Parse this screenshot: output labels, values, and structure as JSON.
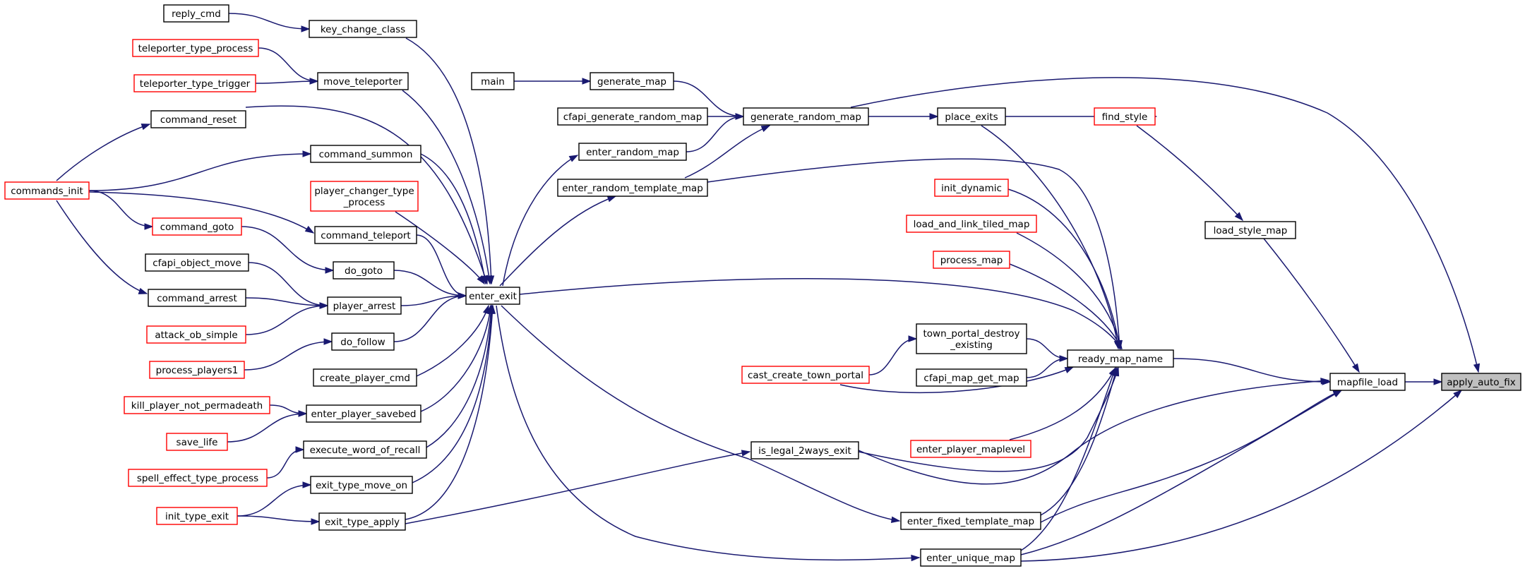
{
  "colors": {
    "edge": "#191970",
    "black_border": "#000000",
    "red_border": "#ff0000",
    "focus_fill": "#bfbfbf"
  },
  "nodes": [
    {
      "id": "reply_cmd",
      "label": "reply_cmd",
      "border": "black"
    },
    {
      "id": "key_change_class",
      "label": "key_change_class",
      "border": "black"
    },
    {
      "id": "teleporter_type_process",
      "label": "teleporter_type_process",
      "border": "red"
    },
    {
      "id": "teleporter_type_trigger",
      "label": "teleporter_type_trigger",
      "border": "red"
    },
    {
      "id": "move_teleporter",
      "label": "move_teleporter",
      "border": "black"
    },
    {
      "id": "command_reset",
      "label": "command_reset",
      "border": "black"
    },
    {
      "id": "commands_init",
      "label": "commands_init",
      "border": "red"
    },
    {
      "id": "command_summon",
      "label": "command_summon",
      "border": "black"
    },
    {
      "id": "player_changer_type_process",
      "label": "player_changer_type\n_process",
      "border": "red"
    },
    {
      "id": "command_goto",
      "label": "command_goto",
      "border": "red"
    },
    {
      "id": "command_teleport",
      "label": "command_teleport",
      "border": "black"
    },
    {
      "id": "do_goto",
      "label": "do_goto",
      "border": "black"
    },
    {
      "id": "cfapi_object_move",
      "label": "cfapi_object_move",
      "border": "black"
    },
    {
      "id": "command_arrest",
      "label": "command_arrest",
      "border": "black"
    },
    {
      "id": "player_arrest",
      "label": "player_arrest",
      "border": "black"
    },
    {
      "id": "attack_ob_simple",
      "label": "attack_ob_simple",
      "border": "red"
    },
    {
      "id": "do_follow",
      "label": "do_follow",
      "border": "black"
    },
    {
      "id": "process_players1",
      "label": "process_players1",
      "border": "red"
    },
    {
      "id": "create_player_cmd",
      "label": "create_player_cmd",
      "border": "black"
    },
    {
      "id": "kill_player_not_permadeath",
      "label": "kill_player_not_permadeath",
      "border": "red"
    },
    {
      "id": "enter_player_savebed",
      "label": "enter_player_savebed",
      "border": "black"
    },
    {
      "id": "save_life",
      "label": "save_life",
      "border": "red"
    },
    {
      "id": "execute_word_of_recall",
      "label": "execute_word_of_recall",
      "border": "black"
    },
    {
      "id": "spell_effect_type_process",
      "label": "spell_effect_type_process",
      "border": "red"
    },
    {
      "id": "exit_type_move_on",
      "label": "exit_type_move_on",
      "border": "black"
    },
    {
      "id": "init_type_exit",
      "label": "init_type_exit",
      "border": "red"
    },
    {
      "id": "exit_type_apply",
      "label": "exit_type_apply",
      "border": "black"
    },
    {
      "id": "enter_exit",
      "label": "enter_exit",
      "border": "black"
    },
    {
      "id": "main",
      "label": "main",
      "border": "black"
    },
    {
      "id": "generate_map",
      "label": "generate_map",
      "border": "black"
    },
    {
      "id": "cfapi_generate_random_map",
      "label": "cfapi_generate_random_map",
      "border": "black"
    },
    {
      "id": "generate_random_map",
      "label": "generate_random_map",
      "border": "black"
    },
    {
      "id": "enter_random_map",
      "label": "enter_random_map",
      "border": "black"
    },
    {
      "id": "enter_random_template_map",
      "label": "enter_random_template_map",
      "border": "black"
    },
    {
      "id": "place_exits",
      "label": "place_exits",
      "border": "black"
    },
    {
      "id": "find_style",
      "label": "find_style",
      "border": "red"
    },
    {
      "id": "init_dynamic",
      "label": "init_dynamic",
      "border": "red"
    },
    {
      "id": "load_and_link_tiled_map",
      "label": "load_and_link_tiled_map",
      "border": "red"
    },
    {
      "id": "process_map",
      "label": "process_map",
      "border": "red"
    },
    {
      "id": "town_portal_destroy_existing",
      "label": "town_portal_destroy\n_existing",
      "border": "black"
    },
    {
      "id": "cast_create_town_portal",
      "label": "cast_create_town_portal",
      "border": "red"
    },
    {
      "id": "cfapi_map_get_map",
      "label": "cfapi_map_get_map",
      "border": "black"
    },
    {
      "id": "ready_map_name",
      "label": "ready_map_name",
      "border": "black"
    },
    {
      "id": "enter_player_maplevel",
      "label": "enter_player_maplevel",
      "border": "red"
    },
    {
      "id": "is_legal_2ways_exit",
      "label": "is_legal_2ways_exit",
      "border": "black"
    },
    {
      "id": "enter_fixed_template_map",
      "label": "enter_fixed_template_map",
      "border": "black"
    },
    {
      "id": "enter_unique_map",
      "label": "enter_unique_map",
      "border": "black"
    },
    {
      "id": "load_style_map",
      "label": "load_style_map",
      "border": "black"
    },
    {
      "id": "mapfile_load",
      "label": "mapfile_load",
      "border": "black"
    },
    {
      "id": "apply_auto_fix",
      "label": "apply_auto_fix",
      "border": "black",
      "focus": true
    }
  ],
  "edges": [
    [
      "reply_cmd",
      "key_change_class"
    ],
    [
      "teleporter_type_process",
      "move_teleporter"
    ],
    [
      "teleporter_type_trigger",
      "move_teleporter"
    ],
    [
      "commands_init",
      "command_reset"
    ],
    [
      "commands_init",
      "command_summon"
    ],
    [
      "commands_init",
      "command_teleport"
    ],
    [
      "commands_init",
      "command_goto"
    ],
    [
      "commands_init",
      "command_arrest"
    ],
    [
      "command_goto",
      "do_goto"
    ],
    [
      "cfapi_object_move",
      "player_arrest"
    ],
    [
      "command_arrest",
      "player_arrest"
    ],
    [
      "attack_ob_simple",
      "player_arrest"
    ],
    [
      "process_players1",
      "do_follow"
    ],
    [
      "kill_player_not_permadeath",
      "enter_player_savebed"
    ],
    [
      "save_life",
      "enter_player_savebed"
    ],
    [
      "spell_effect_type_process",
      "execute_word_of_recall"
    ],
    [
      "init_type_exit",
      "exit_type_move_on"
    ],
    [
      "init_type_exit",
      "exit_type_apply"
    ],
    [
      "key_change_class",
      "enter_exit"
    ],
    [
      "move_teleporter",
      "enter_exit"
    ],
    [
      "command_reset",
      "enter_exit"
    ],
    [
      "command_summon",
      "enter_exit"
    ],
    [
      "player_changer_type_process",
      "enter_exit"
    ],
    [
      "command_teleport",
      "enter_exit"
    ],
    [
      "do_goto",
      "enter_exit"
    ],
    [
      "player_arrest",
      "enter_exit"
    ],
    [
      "do_follow",
      "enter_exit"
    ],
    [
      "create_player_cmd",
      "enter_exit"
    ],
    [
      "enter_player_savebed",
      "enter_exit"
    ],
    [
      "execute_word_of_recall",
      "enter_exit"
    ],
    [
      "exit_type_move_on",
      "enter_exit"
    ],
    [
      "exit_type_apply",
      "enter_exit"
    ],
    [
      "main",
      "generate_map"
    ],
    [
      "generate_map",
      "generate_random_map"
    ],
    [
      "cfapi_generate_random_map",
      "generate_random_map"
    ],
    [
      "enter_random_map",
      "generate_random_map"
    ],
    [
      "enter_random_template_map",
      "generate_random_map"
    ],
    [
      "enter_exit",
      "enter_random_map"
    ],
    [
      "enter_exit",
      "enter_random_template_map"
    ],
    [
      "generate_random_map",
      "place_exits"
    ],
    [
      "find_style",
      "place_exits"
    ],
    [
      "cast_create_town_portal",
      "town_portal_destroy_existing"
    ],
    [
      "exit_type_apply",
      "is_legal_2ways_exit"
    ],
    [
      "enter_exit",
      "enter_fixed_template_map"
    ],
    [
      "enter_exit",
      "enter_unique_map"
    ],
    [
      "place_exits",
      "ready_map_name"
    ],
    [
      "enter_random_template_map",
      "ready_map_name"
    ],
    [
      "init_dynamic",
      "ready_map_name"
    ],
    [
      "load_and_link_tiled_map",
      "ready_map_name"
    ],
    [
      "process_map",
      "ready_map_name"
    ],
    [
      "enter_exit",
      "ready_map_name"
    ],
    [
      "town_portal_destroy_existing",
      "ready_map_name"
    ],
    [
      "cfapi_map_get_map",
      "ready_map_name"
    ],
    [
      "cast_create_town_portal",
      "ready_map_name"
    ],
    [
      "enter_player_maplevel",
      "ready_map_name"
    ],
    [
      "is_legal_2ways_exit",
      "ready_map_name"
    ],
    [
      "enter_fixed_template_map",
      "ready_map_name"
    ],
    [
      "enter_unique_map",
      "ready_map_name"
    ],
    [
      "find_style",
      "load_style_map"
    ],
    [
      "ready_map_name",
      "mapfile_load"
    ],
    [
      "load_style_map",
      "mapfile_load"
    ],
    [
      "is_legal_2ways_exit",
      "mapfile_load"
    ],
    [
      "enter_fixed_template_map",
      "mapfile_load"
    ],
    [
      "enter_unique_map",
      "mapfile_load"
    ],
    [
      "mapfile_load",
      "apply_auto_fix"
    ],
    [
      "generate_random_map",
      "apply_auto_fix"
    ],
    [
      "enter_unique_map",
      "apply_auto_fix"
    ]
  ]
}
